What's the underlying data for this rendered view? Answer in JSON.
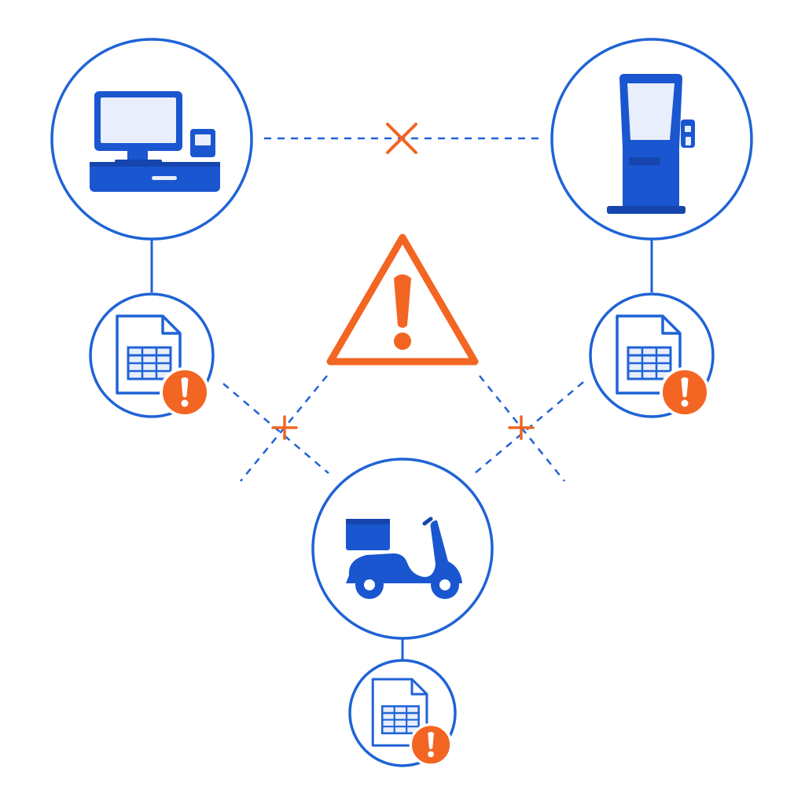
{
  "colors": {
    "background": "#ffffff",
    "node_outline": "#1f63d6",
    "device_fill": "#1a56cf",
    "device_dark": "#1645ad",
    "screen_fill": "#e8eefc",
    "warning": "#f26522",
    "connector": "#1f63d6"
  },
  "nodes": [
    {
      "id": "pos-terminal",
      "icon": "pos-terminal-icon"
    },
    {
      "id": "self-service-kiosk",
      "icon": "kiosk-icon"
    },
    {
      "id": "delivery-scooter",
      "icon": "scooter-icon"
    }
  ],
  "data_files": [
    {
      "attached_to": "pos-terminal",
      "icon": "spreadsheet-file-icon",
      "status": "error"
    },
    {
      "attached_to": "self-service-kiosk",
      "icon": "spreadsheet-file-icon",
      "status": "error"
    },
    {
      "attached_to": "delivery-scooter",
      "icon": "spreadsheet-file-icon",
      "status": "error"
    }
  ],
  "central_alert": {
    "icon": "warning-triangle-icon"
  },
  "links": [
    {
      "from": "pos-terminal",
      "to": "self-service-kiosk",
      "style": "dashed",
      "status": "broken"
    },
    {
      "from": "pos-terminal",
      "to": "delivery-scooter",
      "style": "dashed",
      "status": "broken"
    },
    {
      "from": "self-service-kiosk",
      "to": "delivery-scooter",
      "style": "dashed",
      "status": "broken"
    }
  ]
}
